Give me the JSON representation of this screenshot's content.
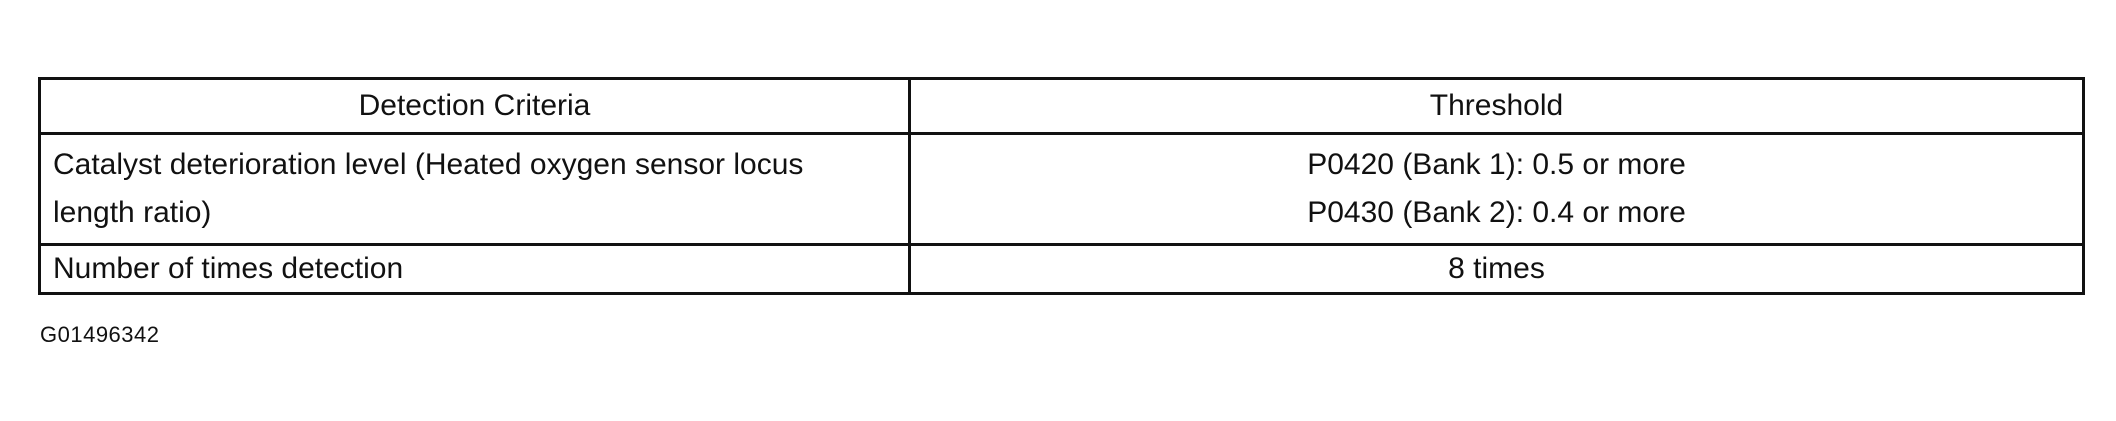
{
  "table": {
    "headers": [
      "Detection Criteria",
      "Threshold"
    ],
    "rows": [
      {
        "criteria": "Catalyst deterioration level (Heated oxygen sensor locus length ratio)",
        "criteria_lines": [
          "Catalyst deterioration level (Heated oxygen sensor locus",
          "length ratio)"
        ],
        "threshold_lines": [
          "P0420 (Bank 1): 0.5 or more",
          "P0430 (Bank 2): 0.4 or more"
        ]
      },
      {
        "criteria": "Number of times detection",
        "threshold": "8 times"
      }
    ]
  },
  "figure_id": "G01496342"
}
